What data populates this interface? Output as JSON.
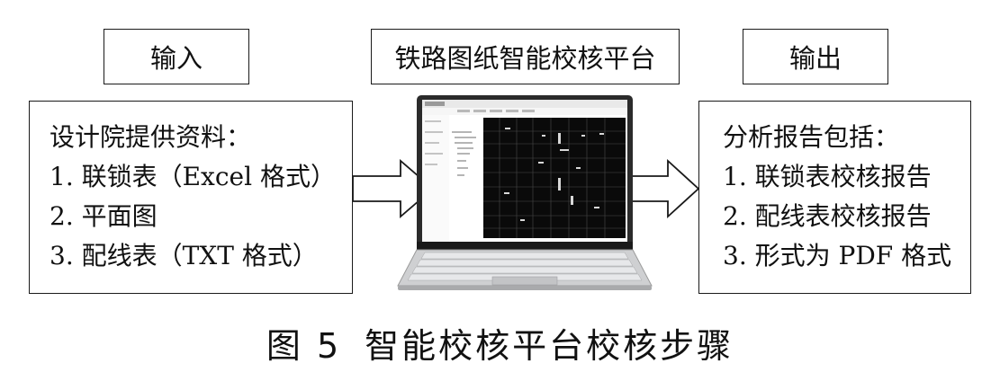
{
  "headers": {
    "input": "输入",
    "platform": "铁路图纸智能校核平台",
    "output": "输出"
  },
  "input_panel": {
    "title": "设计院提供资料：",
    "items": [
      "1. 联锁表（Excel 格式）",
      "2. 平面图",
      "3. 配线表（TXT 格式）"
    ]
  },
  "output_panel": {
    "title": "分析报告包括：",
    "items": [
      "1. 联锁表校核报告",
      "2. 配线表校核报告",
      "3. 形式为 PDF 格式"
    ]
  },
  "caption": {
    "figure_number": "图 5",
    "title": "智能校核平台校核步骤"
  },
  "colors": {
    "border": "#1a1a1a",
    "screen_bg": "#0a0a0a",
    "laptop_body": "#cfd0d2"
  },
  "icons": [
    "arrow-right-icon",
    "laptop-icon"
  ]
}
